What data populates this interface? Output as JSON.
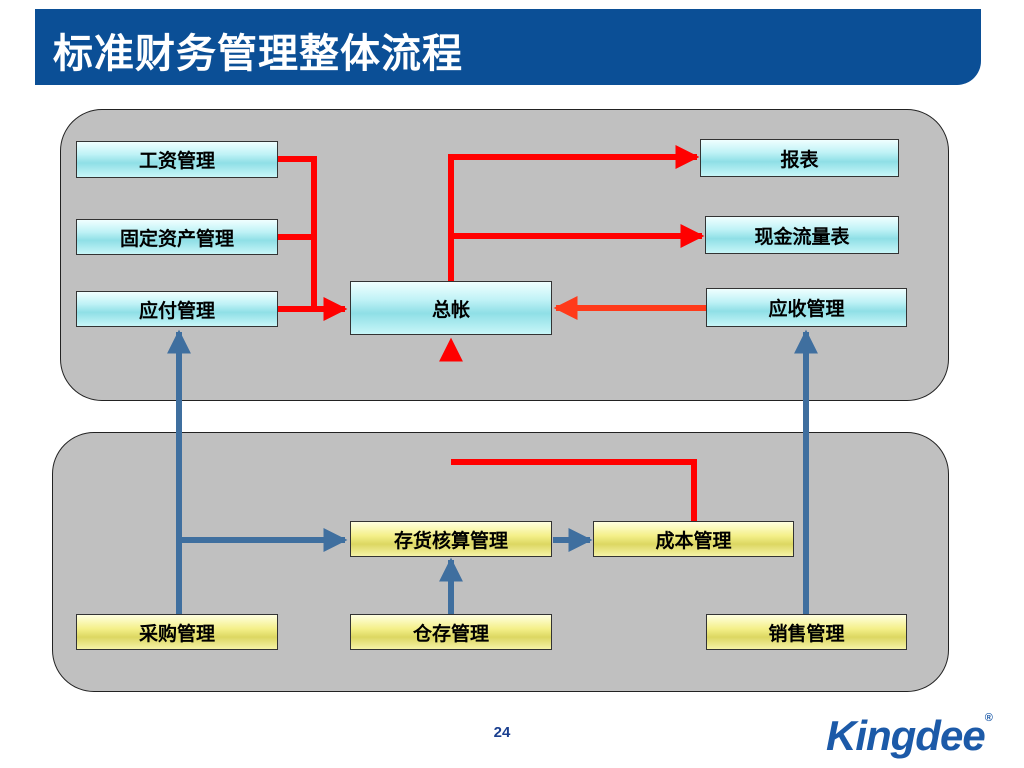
{
  "title": "标准财务管理整体流程",
  "nodes": {
    "salary": "工资管理",
    "fixed_assets": "固定资产管理",
    "payables": "应付管理",
    "general_ledger": "总帐",
    "reports": "报表",
    "cash_flow": "现金流量表",
    "receivables": "应收管理",
    "inventory_accounting": "存货核算管理",
    "cost": "成本管理",
    "purchasing": "采购管理",
    "warehouse": "仓存管理",
    "sales": "销售管理"
  },
  "page_number": "24",
  "logo": {
    "text": "Kingdee",
    "mark": "®"
  },
  "colors": {
    "title_bar": "#0b4f96",
    "financial_flow": "#ff0000",
    "business_flow": "#3f6f9f",
    "panel": "#c0c0c0"
  }
}
